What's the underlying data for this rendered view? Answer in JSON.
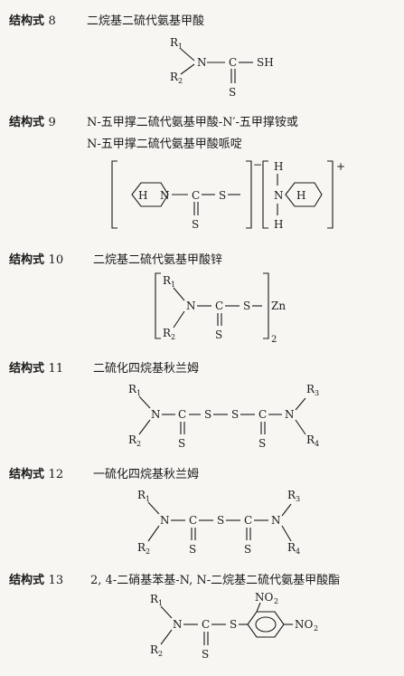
{
  "formulas": [
    {
      "label": "结构式",
      "number": "8",
      "name": "二烷基二硫代氨基甲酸"
    },
    {
      "label": "结构式",
      "number": "9",
      "name": "N-五甲撑二硫代氨基甲酸-N′-五甲撑铵或",
      "name2": "N-五甲撑二硫代氨基甲酸哌啶"
    },
    {
      "label": "结构式",
      "number": "10",
      "name": "二烷基二硫代氨基甲酸锌"
    },
    {
      "label": "结构式",
      "number": "11",
      "name": "二硫化四烷基秋兰姆"
    },
    {
      "label": "结构式",
      "number": "12",
      "name": "一硫化四烷基秋兰姆"
    },
    {
      "label": "结构式",
      "number": "13",
      "name": "2, 4-二硝基苯基-N, N-二烷基二硫代氨基甲酸酯"
    }
  ],
  "atoms": {
    "R": "R",
    "N": "N",
    "C": "C",
    "S": "S",
    "SH": "SH",
    "H": "H",
    "Zn": "Zn",
    "NO": "NO",
    "one": "1",
    "two": "2",
    "three": "3",
    "four": "4",
    "minus": "−",
    "plus": "+"
  }
}
